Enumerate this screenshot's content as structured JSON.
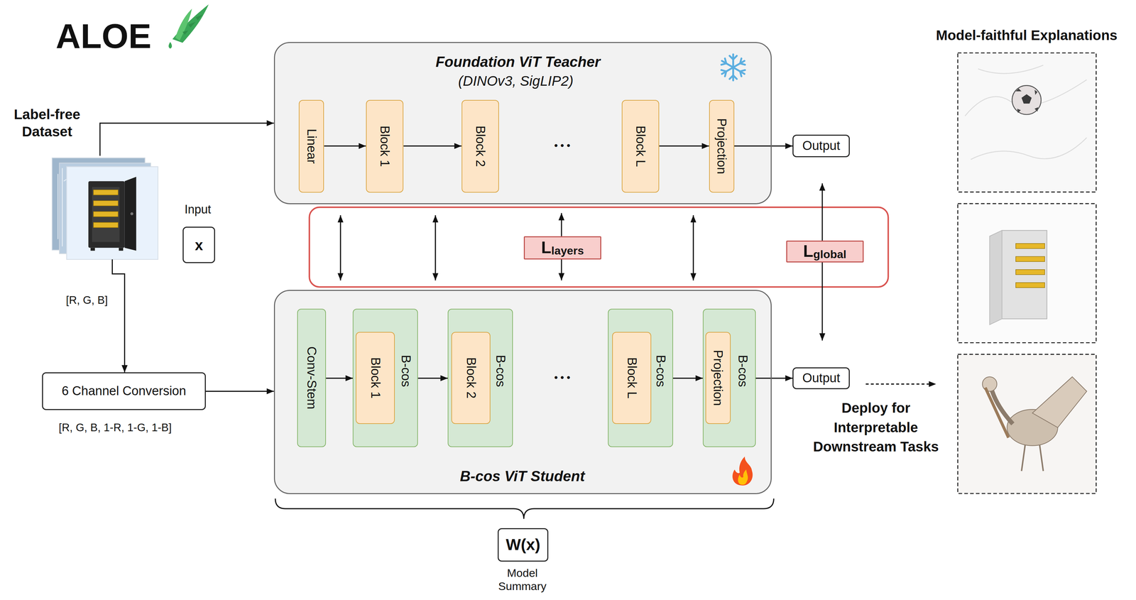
{
  "diagram": {
    "title": "ALOE",
    "nodes": [
      {
        "text": [
          "Label-free Dataset"
        ]
      },
      {
        "text": [
          "Input",
          "x"
        ]
      },
      {
        "text": [
          "6 Channel Conversion"
        ]
      },
      {
        "text": [
          "Foundation ViT Teacher",
          "(DINOv3, SigLIP2)"
        ]
      },
      {
        "text": [
          "Linear"
        ],
        "in": 3
      },
      {
        "text": [
          "Block 1"
        ],
        "in": 3
      },
      {
        "text": [
          "Block 2"
        ],
        "in": 3
      },
      {
        "text": [
          "Block L"
        ],
        "in": 3
      },
      {
        "text": [
          "Projection"
        ],
        "in": 3
      },
      {
        "text": [
          "Output"
        ]
      },
      {
        "text": [
          "L",
          "layers"
        ]
      },
      {
        "text": [
          "L",
          "global"
        ]
      },
      {
        "text": [
          "B-cos ViT Student"
        ]
      },
      {
        "text": [
          "Conv-Stem"
        ],
        "in": 12
      },
      {
        "text": [
          "B-cos"
        ],
        "in": 12
      },
      {
        "text": [
          "Block 1"
        ],
        "in": 14
      },
      {
        "text": [
          "B-cos"
        ],
        "in": 12
      },
      {
        "text": [
          "Block 2"
        ],
        "in": 16
      },
      {
        "text": [
          "B-cos"
        ],
        "in": 12
      },
      {
        "text": [
          "Block L"
        ],
        "in": 18
      },
      {
        "text": [
          "B-cos"
        ],
        "in": 12
      },
      {
        "text": [
          "Projection"
        ],
        "in": 20
      },
      {
        "text": [
          "Output"
        ]
      },
      {
        "text": [
          "W(x)",
          "Model Summary"
        ]
      }
    ],
    "edges": [
      {
        "from": 0,
        "to": 3,
        "arrow": "to"
      },
      {
        "from": 0,
        "to": 2,
        "arrow": "to",
        "label": "[R, G, B]"
      },
      {
        "from": 2,
        "to": 12,
        "arrow": "to"
      },
      {
        "from": 4,
        "to": 5,
        "arrow": "to"
      },
      {
        "from": 5,
        "to": 6,
        "arrow": "to"
      },
      {
        "from": 7,
        "to": 8,
        "arrow": "to"
      },
      {
        "from": 8,
        "to": 9,
        "arrow": "to"
      },
      {
        "from": 13,
        "to": 14,
        "arrow": "to"
      },
      {
        "from": 14,
        "to": 16,
        "arrow": "to"
      },
      {
        "from": 18,
        "to": 20,
        "arrow": "to"
      },
      {
        "from": 20,
        "to": 22,
        "arrow": "to"
      },
      {
        "from": 10,
        "to": 3,
        "arrow": "to"
      },
      {
        "from": 10,
        "to": 12,
        "arrow": "to"
      },
      {
        "from": 11,
        "to": 9,
        "arrow": "to"
      },
      {
        "from": 11,
        "to": 22,
        "arrow": "to"
      }
    ],
    "labels": [
      "• • •",
      "• • •",
      "[R, G, B, 1-R, 1-G, 1-B]",
      "Deploy for Interpretable Downstream Tasks",
      "Model-faithful Explanations"
    ]
  }
}
